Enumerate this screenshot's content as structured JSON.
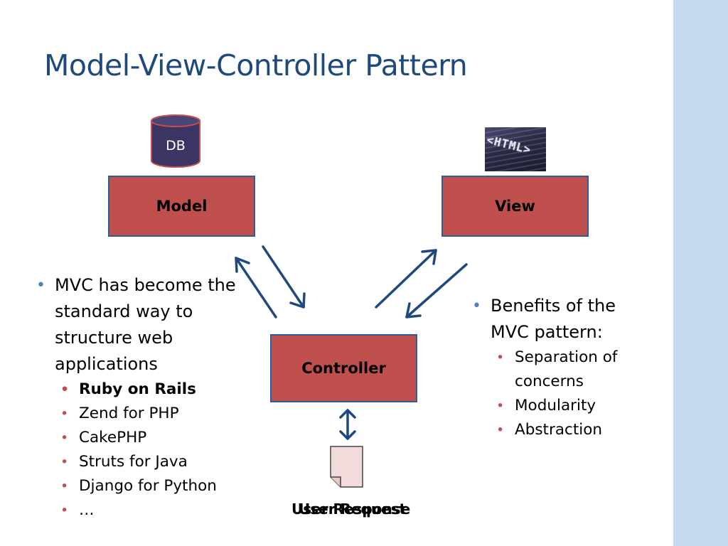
{
  "slide": {
    "title": "Model-View-Controller Pattern"
  },
  "diagram": {
    "model_label": "Model",
    "view_label": "View",
    "controller_label": "Controller",
    "db_label": "DB",
    "html_image_text": "<HTML>",
    "user_request_label": "User Request",
    "user_response_label": "User Response",
    "colors": {
      "box_fill": "#c0504d",
      "box_border": "#2e5d96",
      "arrow": "#1f497d",
      "db_fill": "#3b3564",
      "db_border": "#c0504d",
      "document_fill": "#f2dcdb"
    }
  },
  "left_bullets": {
    "main": "MVC has become the standard way to structure web applications",
    "sub": [
      "Ruby on Rails",
      "Zend for PHP",
      "CakePHP",
      "Struts for Java",
      "Django for Python",
      "…"
    ]
  },
  "right_bullets": {
    "main": "Benefits of the MVC pattern:",
    "sub": [
      "Separation of concerns",
      "Modularity",
      "Abstraction"
    ]
  },
  "theme": {
    "title_color": "#1f497d",
    "side_strip_color": "#c5d9f1",
    "bullet_color_level1": "#4f81bd",
    "bullet_color_level2": "#c0504d"
  }
}
